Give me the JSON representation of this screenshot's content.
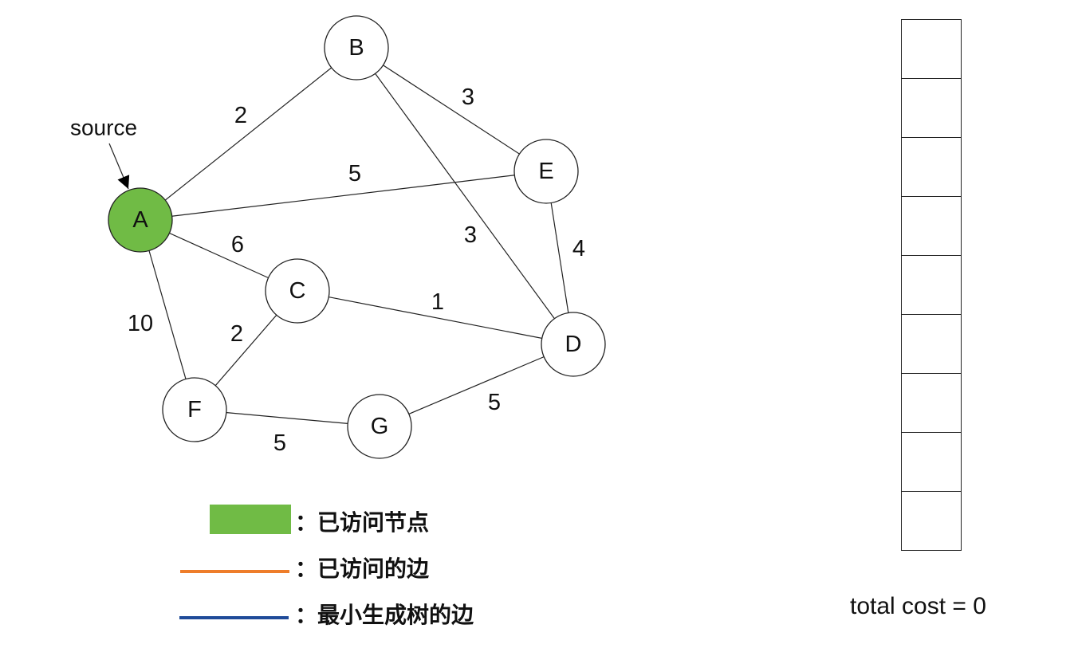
{
  "graph": {
    "source_label": "source",
    "source_node": "A",
    "nodes": [
      {
        "id": "A",
        "label": "A",
        "visited": true
      },
      {
        "id": "B",
        "label": "B",
        "visited": false
      },
      {
        "id": "C",
        "label": "C",
        "visited": false
      },
      {
        "id": "D",
        "label": "D",
        "visited": false
      },
      {
        "id": "E",
        "label": "E",
        "visited": false
      },
      {
        "id": "F",
        "label": "F",
        "visited": false
      },
      {
        "id": "G",
        "label": "G",
        "visited": false
      }
    ],
    "edges": [
      {
        "from": "A",
        "to": "B",
        "weight": "2"
      },
      {
        "from": "B",
        "to": "E",
        "weight": "3"
      },
      {
        "from": "A",
        "to": "E",
        "weight": "5"
      },
      {
        "from": "B",
        "to": "D",
        "weight": "3"
      },
      {
        "from": "E",
        "to": "D",
        "weight": "4"
      },
      {
        "from": "A",
        "to": "C",
        "weight": "6"
      },
      {
        "from": "C",
        "to": "D",
        "weight": "1"
      },
      {
        "from": "A",
        "to": "F",
        "weight": "10"
      },
      {
        "from": "C",
        "to": "F",
        "weight": "2"
      },
      {
        "from": "F",
        "to": "G",
        "weight": "5"
      },
      {
        "from": "G",
        "to": "D",
        "weight": "5"
      }
    ]
  },
  "colors": {
    "visited_node": "#70bb45",
    "visited_edge": "#ee7d2a",
    "mst_edge": "#1f4b99"
  },
  "legend": {
    "visited_node": "：已访问节点",
    "visited_edge": "：已访问的边",
    "mst_edge": "：最小生成树的边"
  },
  "queue": {
    "cells": [
      "",
      "",
      "",
      "",
      "",
      "",
      "",
      "",
      ""
    ]
  },
  "total_cost": "total cost = 0"
}
